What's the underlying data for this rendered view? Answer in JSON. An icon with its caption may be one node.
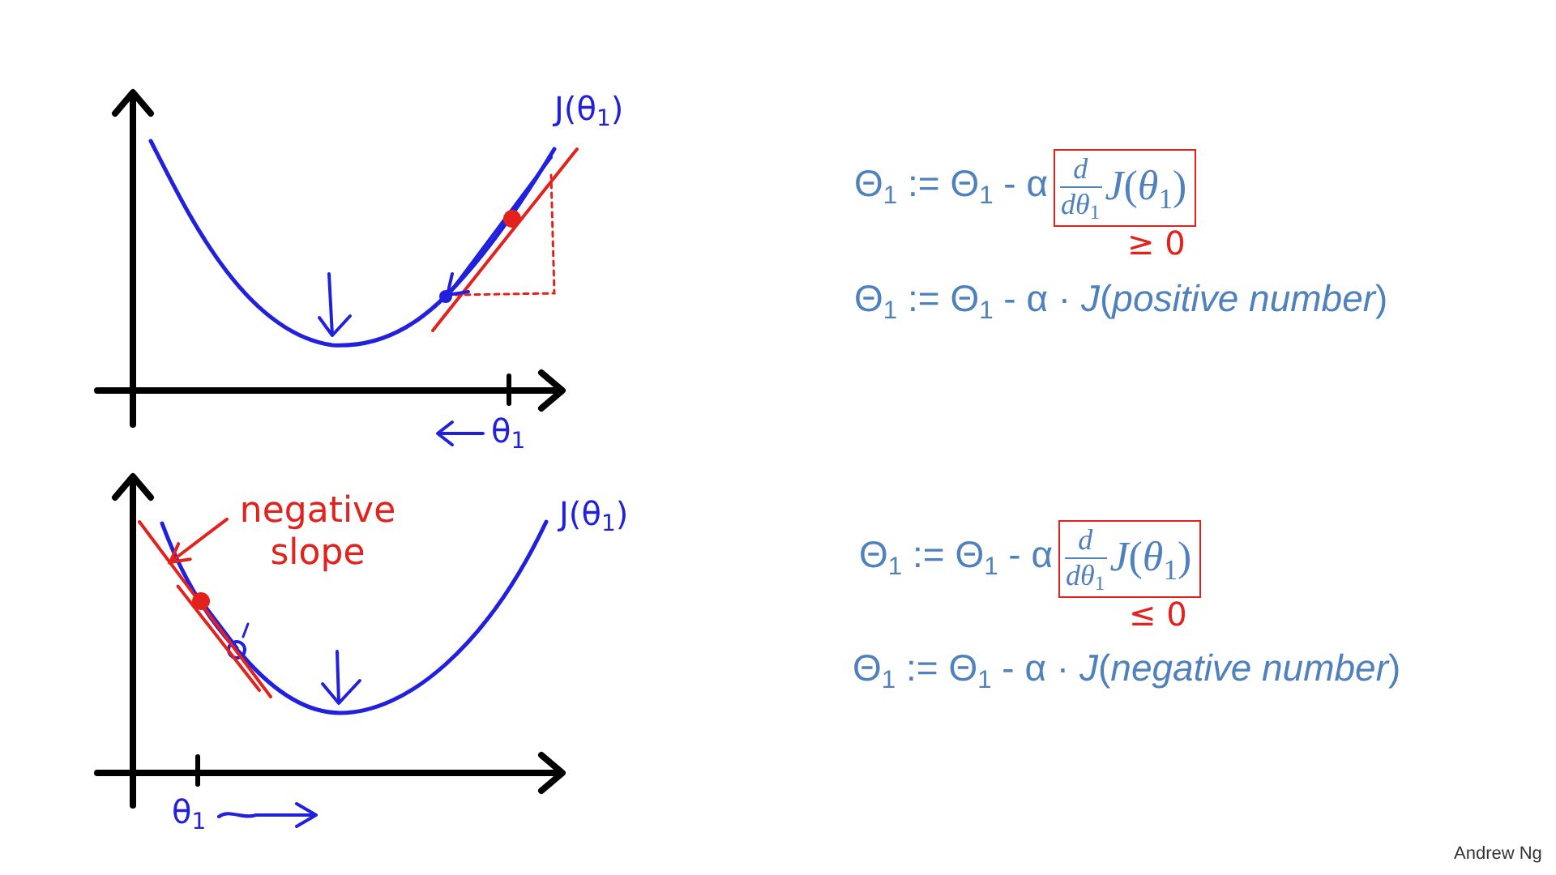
{
  "diagram": {
    "nodes": [
      {
        "text": [
          "d",
          "*dθ*$_{1}$",
          "*J*(*θ*$_{1}$)"
        ],
        "beside": [
          "≥ 0"
        ]
      },
      {
        "text": [
          "d",
          "*dθ*$_{1}$",
          "*J*(*θ*$_{1}$)"
        ],
        "beside": [
          "≤ 0"
        ]
      },
      {
        "text": [
          "negative slope"
        ]
      },
      {
        "text": [],
        "shape": "line"
      }
    ],
    "edges": [
      {
        "from": 2,
        "to": 3,
        "arrow": "to"
      }
    ],
    "labels": [
      "J(θ$_{1}$)",
      "Θ$_{1}$ := Θ$_{1}$ - α",
      "Θ$_{1}$ := Θ$_{1}$ - α · *J*(*positive number*)",
      "θ$_{1}$",
      "J(θ$_{1}$)",
      "Θ$_{1}$ := Θ$_{1}$ - α",
      "Θ$_{1}$ := Θ$_{1}$ - α · *J*(*negative number*)",
      "θ$_{1}$",
      "Andrew Ng"
    ]
  }
}
